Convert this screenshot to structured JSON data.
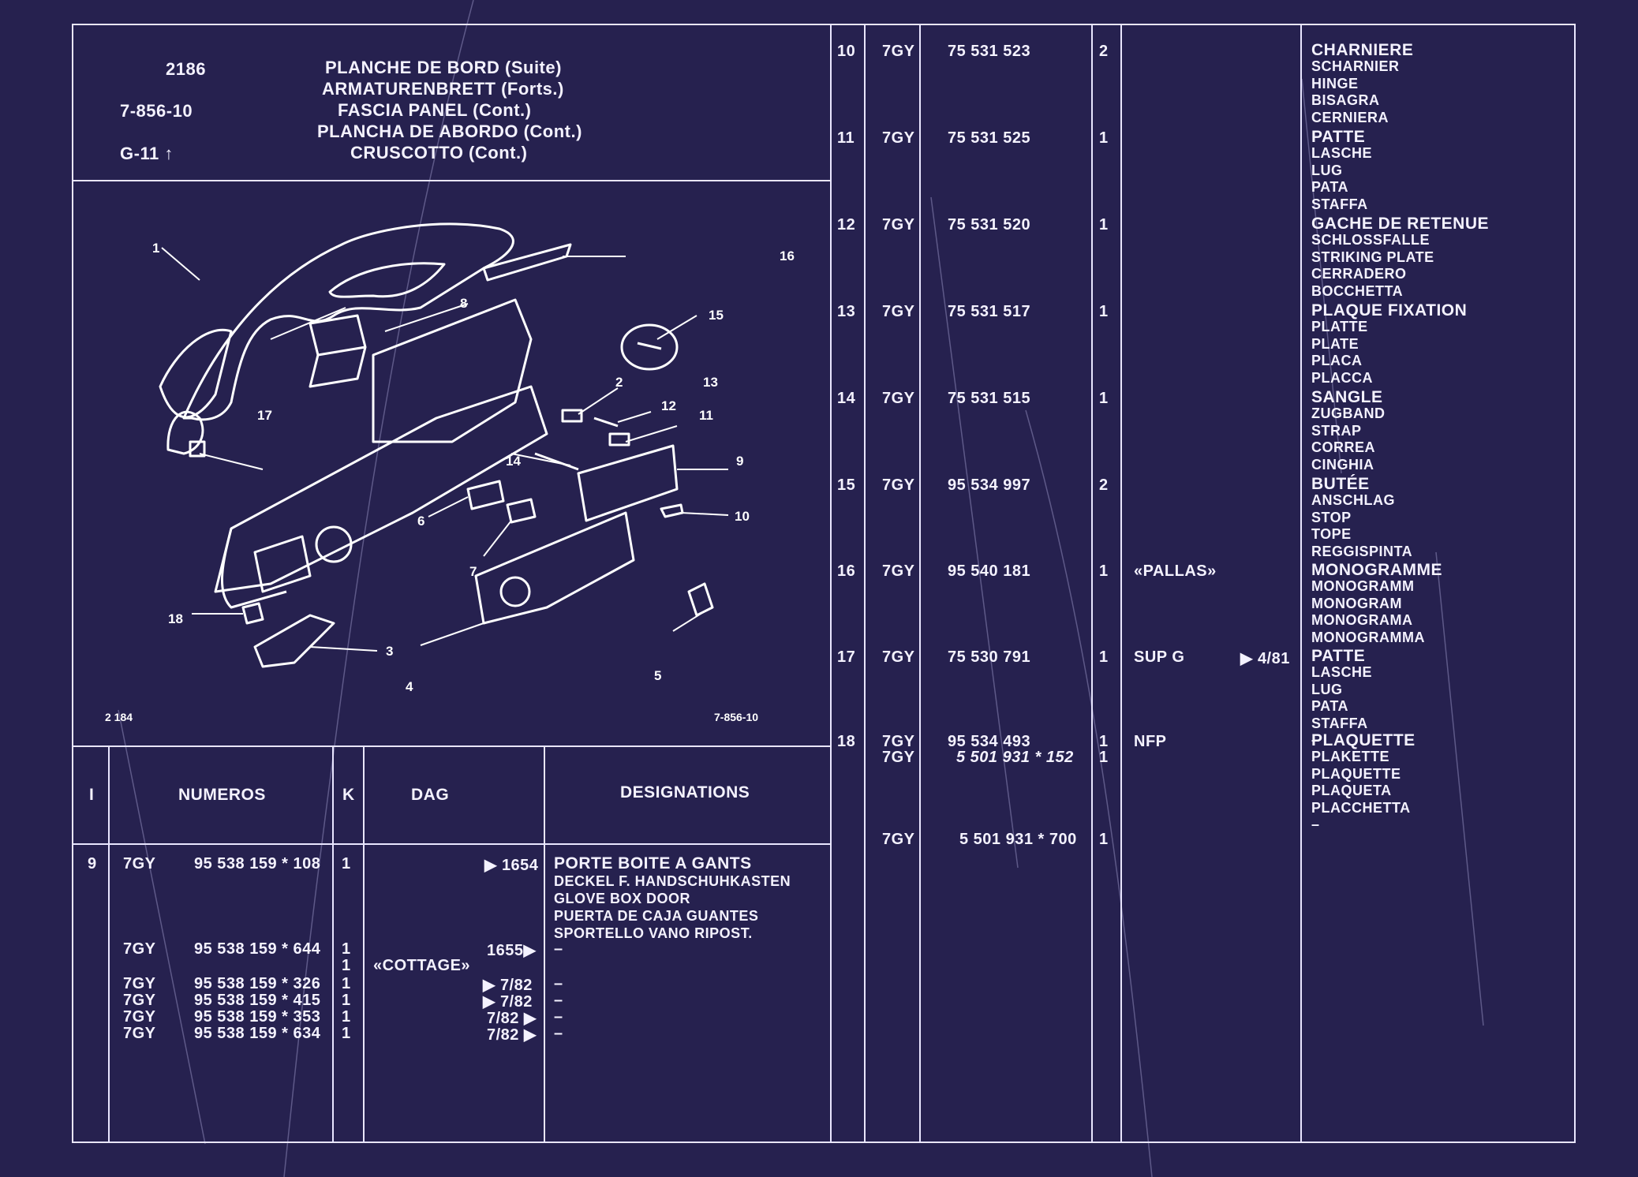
{
  "header": {
    "page_no": "2186",
    "ref": "7-856-10",
    "group": "G-11",
    "group_arrow": "↑",
    "titles": [
      "PLANCHE DE BORD (Suite)",
      "ARMATURENBRETT (Forts.)",
      "FASCIA PANEL (Cont.)",
      "PLANCHA DE ABORDO (Cont.)",
      "CRUSCOTTO (Cont.)"
    ]
  },
  "diagram": {
    "stamp_left": "2 184",
    "stamp_right": "7-856-10",
    "callouts": [
      "1",
      "2",
      "3",
      "4",
      "5",
      "6",
      "7",
      "8",
      "9",
      "10",
      "11",
      "12",
      "13",
      "14",
      "15",
      "16",
      "17",
      "18"
    ]
  },
  "columns": {
    "index": "I",
    "numeros": "NUMEROS",
    "k": "K",
    "dag": "DAG",
    "designations": "DESIGNATIONS"
  },
  "left_rows": {
    "item": "9",
    "lines": [
      {
        "code": "7GY",
        "num": "95 538 159 * 108",
        "k": "1",
        "dag": "",
        "date": "▶ 1654",
        "desc": "PORTE BOITE A GANTS"
      },
      {
        "code": "",
        "num": "",
        "k": "",
        "dag": "",
        "date": "",
        "desc": "DECKEL F. HANDSCHUHKASTEN"
      },
      {
        "code": "",
        "num": "",
        "k": "",
        "dag": "",
        "date": "",
        "desc": "GLOVE BOX DOOR"
      },
      {
        "code": "",
        "num": "",
        "k": "",
        "dag": "",
        "date": "",
        "desc": "PUERTA DE CAJA GUANTES"
      },
      {
        "code": "",
        "num": "",
        "k": "",
        "dag": "",
        "date": "",
        "desc": "SPORTELLO VANO RIPOST."
      },
      {
        "code": "7GY",
        "num": "95 538 159 * 644",
        "k": "1",
        "dag": "",
        "date": "1655▶",
        "desc": "–"
      },
      {
        "code": "",
        "num": "",
        "k": "1",
        "dag": "«COTTAGE»",
        "date": "",
        "desc": ""
      },
      {
        "code": "7GY",
        "num": "95 538 159 * 326",
        "k": "1",
        "dag": "",
        "date": "▶ 7/82",
        "desc": "–"
      },
      {
        "code": "7GY",
        "num": "95 538 159 * 415",
        "k": "1",
        "dag": "",
        "date": "▶ 7/82",
        "desc": "–"
      },
      {
        "code": "7GY",
        "num": "95 538 159 * 353",
        "k": "1",
        "dag": "",
        "date": "7/82 ▶",
        "desc": "–"
      },
      {
        "code": "7GY",
        "num": "95 538 159 * 634",
        "k": "1",
        "dag": "",
        "date": "7/82 ▶",
        "desc": "–"
      }
    ]
  },
  "right_rows": [
    {
      "item": "10",
      "code": "7GY",
      "num": "75 531 523",
      "k": "2",
      "dag": "",
      "date": "",
      "desc": [
        "CHARNIERE",
        "SCHARNIER",
        "HINGE",
        "BISAGRA",
        "CERNIERA"
      ]
    },
    {
      "item": "11",
      "code": "7GY",
      "num": "75 531 525",
      "k": "1",
      "dag": "",
      "date": "",
      "desc": [
        "PATTE",
        "LASCHE",
        "LUG",
        "PATA",
        "STAFFA"
      ]
    },
    {
      "item": "12",
      "code": "7GY",
      "num": "75 531 520",
      "k": "1",
      "dag": "",
      "date": "",
      "desc": [
        "GACHE DE RETENUE",
        "SCHLOSSFALLE",
        "STRIKING PLATE",
        "CERRADERO",
        "BOCCHETTA"
      ]
    },
    {
      "item": "13",
      "code": "7GY",
      "num": "75 531 517",
      "k": "1",
      "dag": "",
      "date": "",
      "desc": [
        "PLAQUE FIXATION",
        "PLATTE",
        "PLATE",
        "PLACA",
        "PLACCA"
      ]
    },
    {
      "item": "14",
      "code": "7GY",
      "num": "75 531 515",
      "k": "1",
      "dag": "",
      "date": "",
      "desc": [
        "SANGLE",
        "ZUGBAND",
        "STRAP",
        "CORREA",
        "CINGHIA"
      ]
    },
    {
      "item": "15",
      "code": "7GY",
      "num": "95 534 997",
      "k": "2",
      "dag": "",
      "date": "",
      "desc": [
        "BUTÉE",
        "ANSCHLAG",
        "STOP",
        "TOPE",
        "REGGISPINTA"
      ]
    },
    {
      "item": "16",
      "code": "7GY",
      "num": "95 540 181",
      "k": "1",
      "dag": "«PALLAS»",
      "date": "",
      "desc": [
        "MONOGRAMME",
        "MONOGRAMM",
        "MONOGRAM",
        "MONOGRAMA",
        "MONOGRAMMA"
      ]
    },
    {
      "item": "17",
      "code": "7GY",
      "num": "75 530 791",
      "k": "1",
      "dag": "SUP G",
      "date": "▶ 4/81",
      "desc": [
        "PATTE",
        "LASCHE",
        "LUG",
        "PATA",
        "STAFFA",
        "–"
      ]
    },
    {
      "item": "18",
      "code": "7GY",
      "num": "95 534 493",
      "k": "1",
      "dag": "NFP",
      "date": "",
      "desc": [
        "PLAQUETTE",
        "PLAKETTE",
        "PLAQUETTE",
        "PLAQUETA",
        "PLACCHETTA",
        "–"
      ],
      "extra": [
        {
          "code": "7GY",
          "num": "5 501 931 * 152",
          "k": "1",
          "italic": true
        },
        {
          "code": "7GY",
          "num": "5 501 931 * 700",
          "k": "1",
          "italic": false
        }
      ]
    }
  ]
}
